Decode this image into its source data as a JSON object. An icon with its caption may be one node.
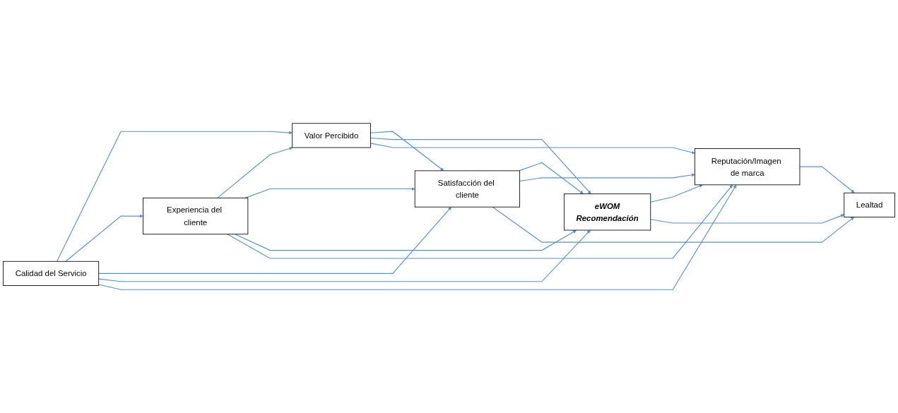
{
  "diagram": {
    "nodes": [
      {
        "text": [
          "Valor Percibido"
        ]
      },
      {
        "text": [
          "Calidad del Servicio"
        ]
      },
      {
        "text": [
          "Experiencia del cliente"
        ]
      },
      {
        "text": [
          "Satisfacción del cliente"
        ]
      },
      {
        "text": [
          "eWOM",
          "Recomendación"
        ]
      },
      {
        "text": [
          "Reputación/Imagen de marca"
        ]
      },
      {
        "text": [
          "Lealtad"
        ]
      }
    ],
    "edges": [
      {
        "from": 1,
        "to": 0,
        "arrow": "to"
      },
      {
        "from": 1,
        "to": 2,
        "arrow": "to"
      },
      {
        "from": 2,
        "to": 0,
        "arrow": "to"
      },
      {
        "from": 0,
        "to": 3,
        "arrow": "to"
      },
      {
        "from": 0,
        "to": 4,
        "arrow": "to"
      },
      {
        "from": 0,
        "to": 5,
        "arrow": "to"
      },
      {
        "from": 1,
        "to": 3,
        "arrow": "to"
      },
      {
        "from": 1,
        "to": 4,
        "arrow": "to"
      },
      {
        "from": 1,
        "to": 5,
        "arrow": "to"
      },
      {
        "from": 2,
        "to": 3,
        "arrow": "to"
      },
      {
        "from": 2,
        "to": 4,
        "arrow": "to"
      },
      {
        "from": 2,
        "to": 5,
        "arrow": "to"
      },
      {
        "from": 3,
        "to": 4,
        "arrow": "to"
      },
      {
        "from": 3,
        "to": 5,
        "arrow": "to"
      },
      {
        "from": 3,
        "to": 6,
        "arrow": "to"
      },
      {
        "from": 4,
        "to": 5,
        "arrow": "to"
      },
      {
        "from": 4,
        "to": 6,
        "arrow": "to"
      },
      {
        "from": 5,
        "to": 6,
        "arrow": "to"
      }
    ]
  }
}
